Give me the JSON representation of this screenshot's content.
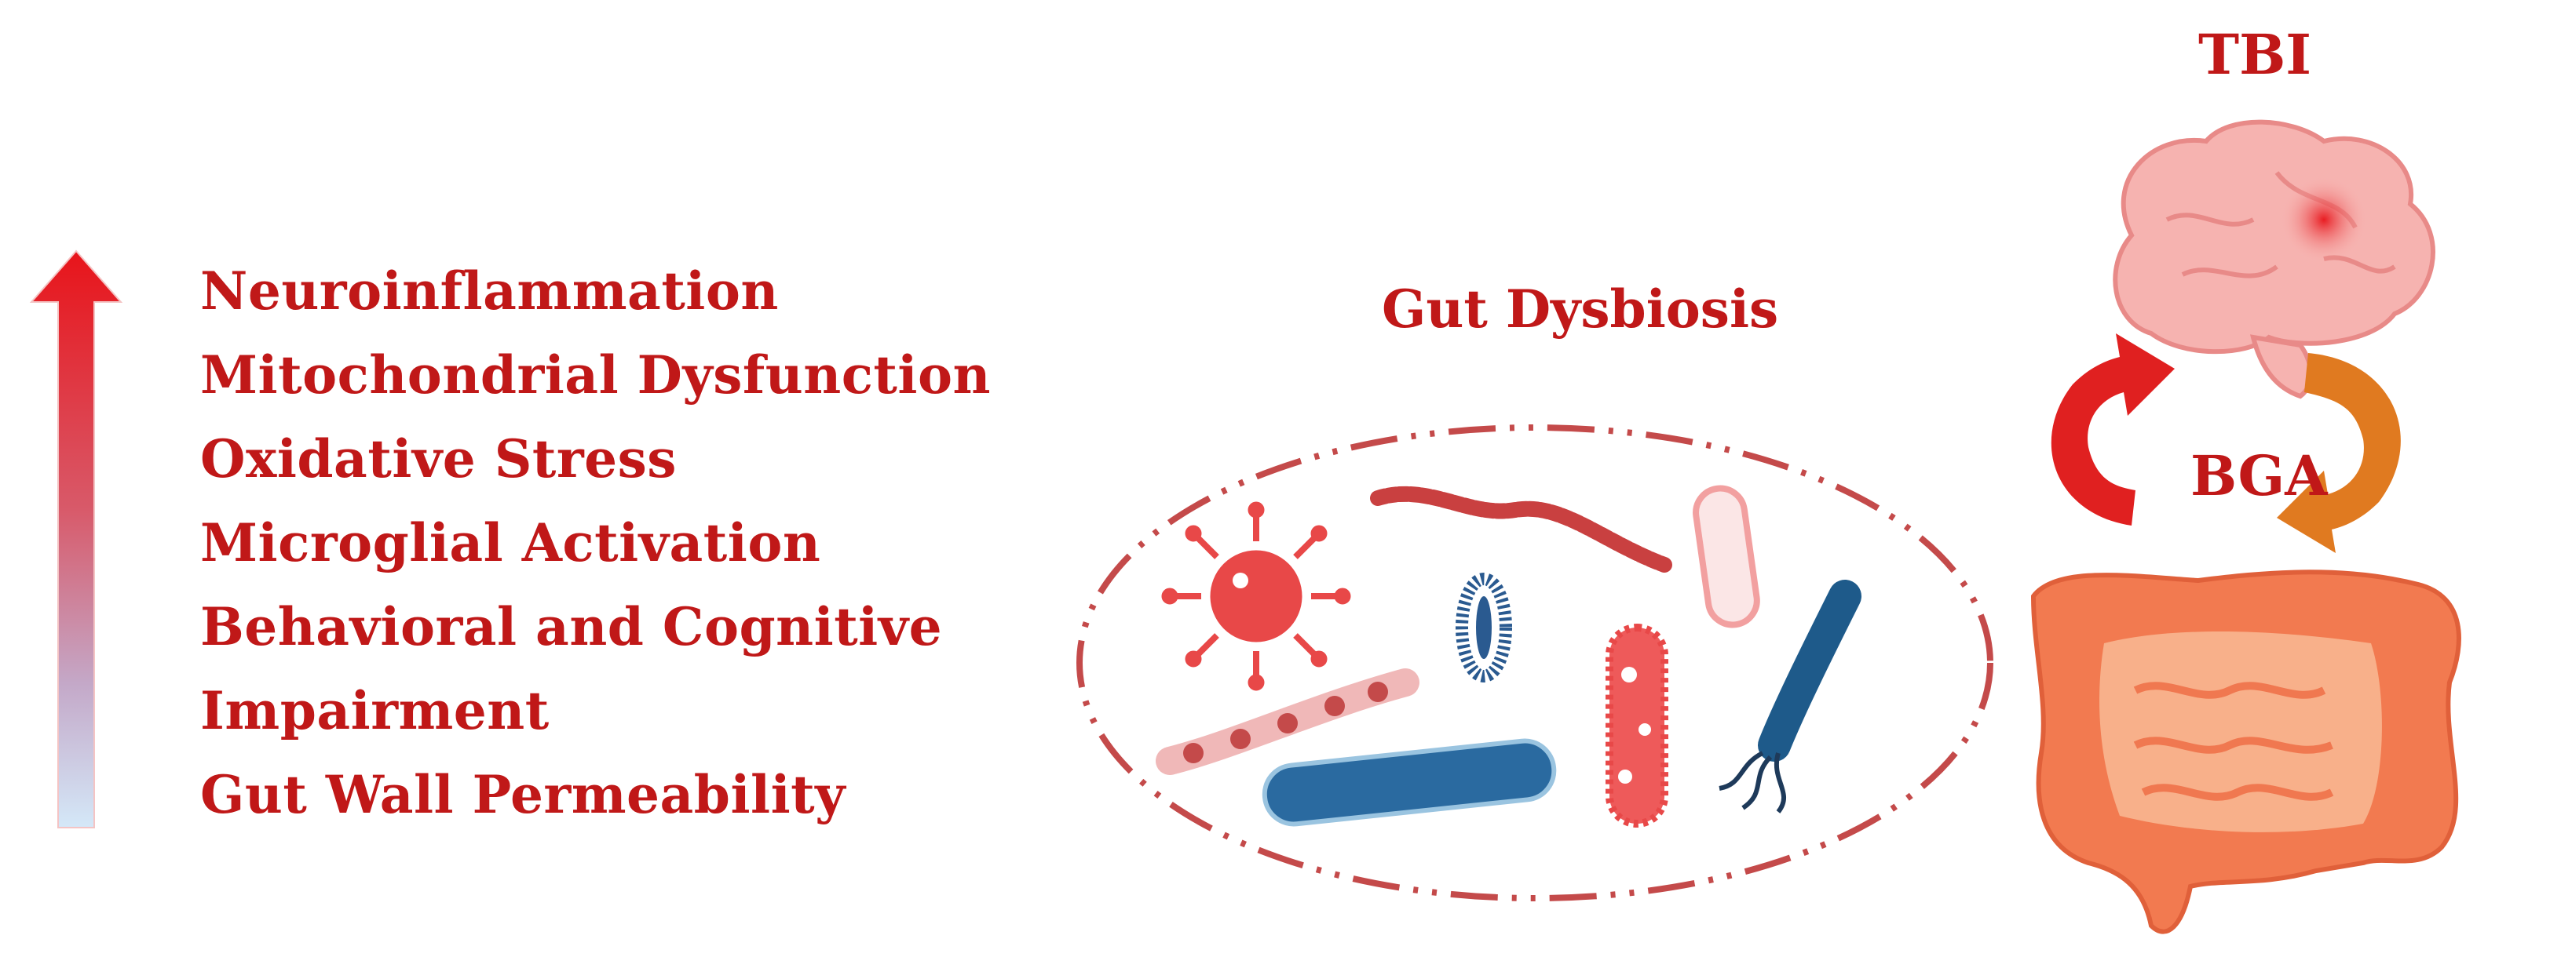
{
  "colors": {
    "text_red": "#c01818",
    "arrow_top": "#e8141a",
    "arrow_bottom": "#cfe4f5",
    "gut_orange": "#f27a50",
    "brain_pink": "#f6b3b0",
    "bacteria_red": "#e84848",
    "bacteria_blue": "#1e5a8a",
    "cycle_red": "#e02020",
    "cycle_orange": "#e07a20"
  },
  "effects": {
    "items": [
      "Neuroinflammation",
      "Mitochondrial Dysfunction",
      "Oxidative Stress",
      "Microglial Activation",
      "Behavioral and Cognitive",
      "Impairment",
      "Gut Wall Permeability"
    ]
  },
  "microbiome": {
    "title": "Gut Dysbiosis"
  },
  "axis": {
    "tbi_label": "TBI",
    "bga_label": "BGA"
  }
}
